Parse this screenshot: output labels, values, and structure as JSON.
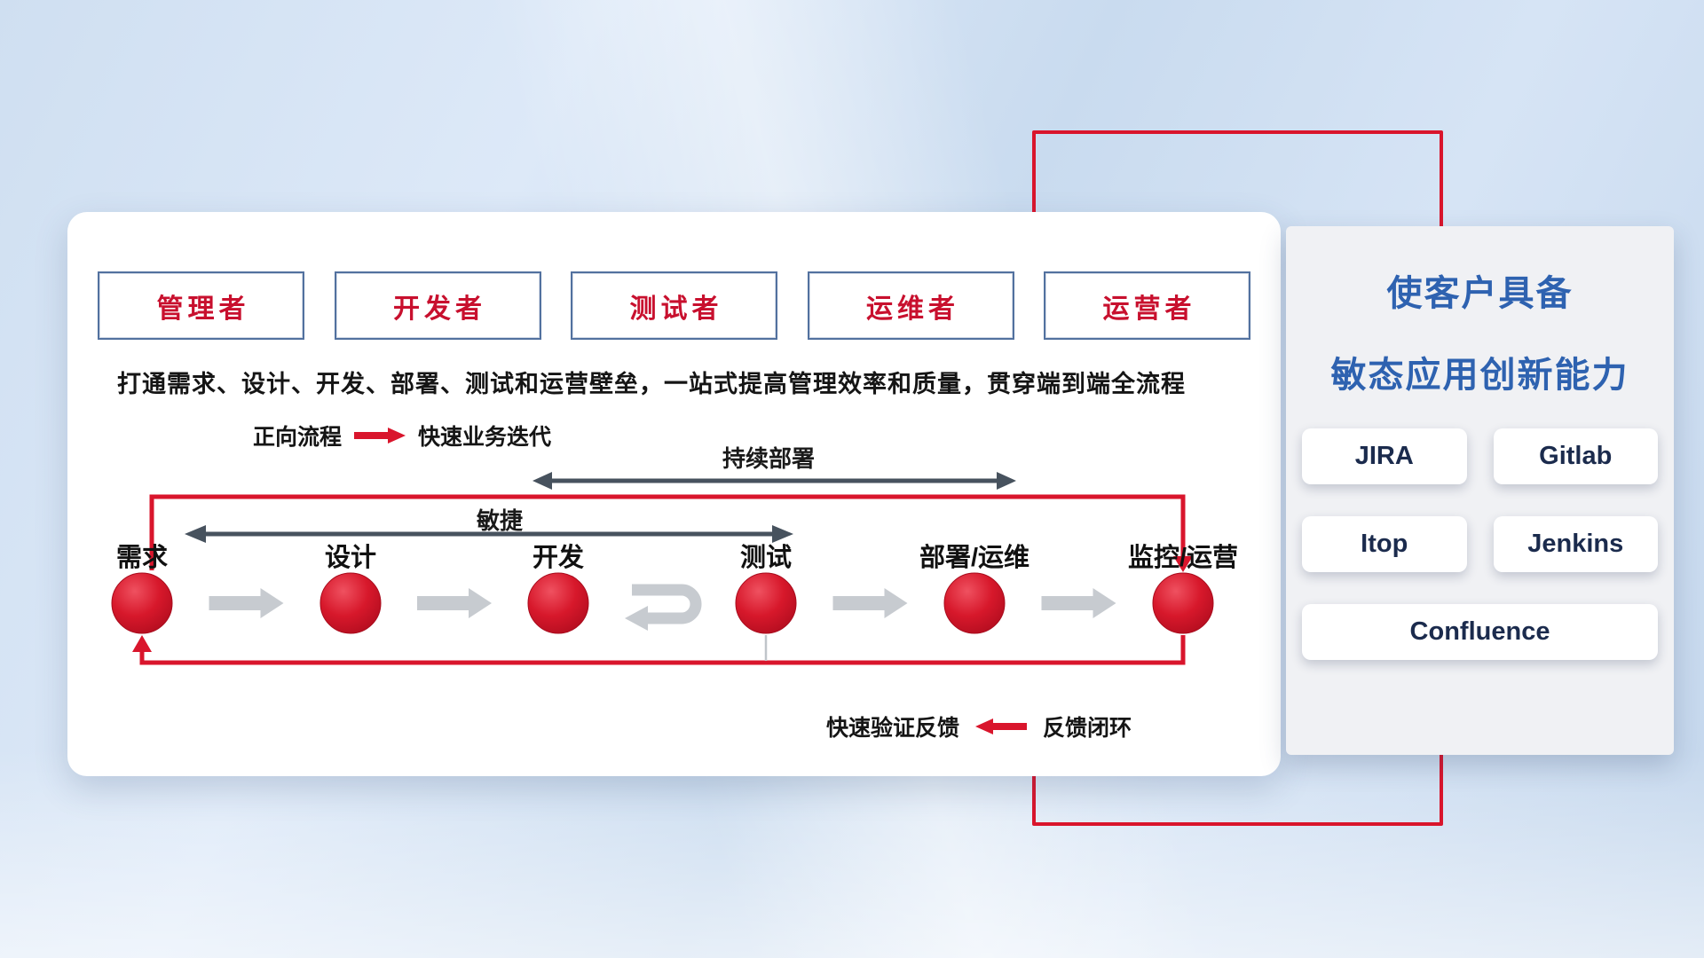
{
  "roles": [
    "管理者",
    "开发者",
    "测试者",
    "运维者",
    "运营者"
  ],
  "description": "打通需求、设计、开发、部署、测试和运营壁垒，一站式提高管理效率和质量，贯穿端到端全流程",
  "legend": {
    "forward_label": "正向流程",
    "forward_value": "快速业务迭代",
    "feedback_label": "快速验证反馈",
    "feedback_value": "反馈闭环"
  },
  "spans": {
    "agile": "敏捷",
    "continuous_deploy": "持续部署"
  },
  "stages": [
    "需求",
    "设计",
    "开发",
    "测试",
    "部署/运维",
    "监控/运营"
  ],
  "panel": {
    "title_line1": "使客户具备",
    "title_line2": "敏态应用创新能力",
    "tools": [
      "JIRA",
      "Gitlab",
      "Itop",
      "Jenkins",
      "Confluence"
    ]
  },
  "colors": {
    "red": "#d9152c",
    "role_text_red": "#c8102e",
    "title_blue": "#2e62b0",
    "tool_text_navy": "#1b2b4d",
    "dark_arrow": "#47525e",
    "gray_arrow": "#c7cbd0"
  }
}
